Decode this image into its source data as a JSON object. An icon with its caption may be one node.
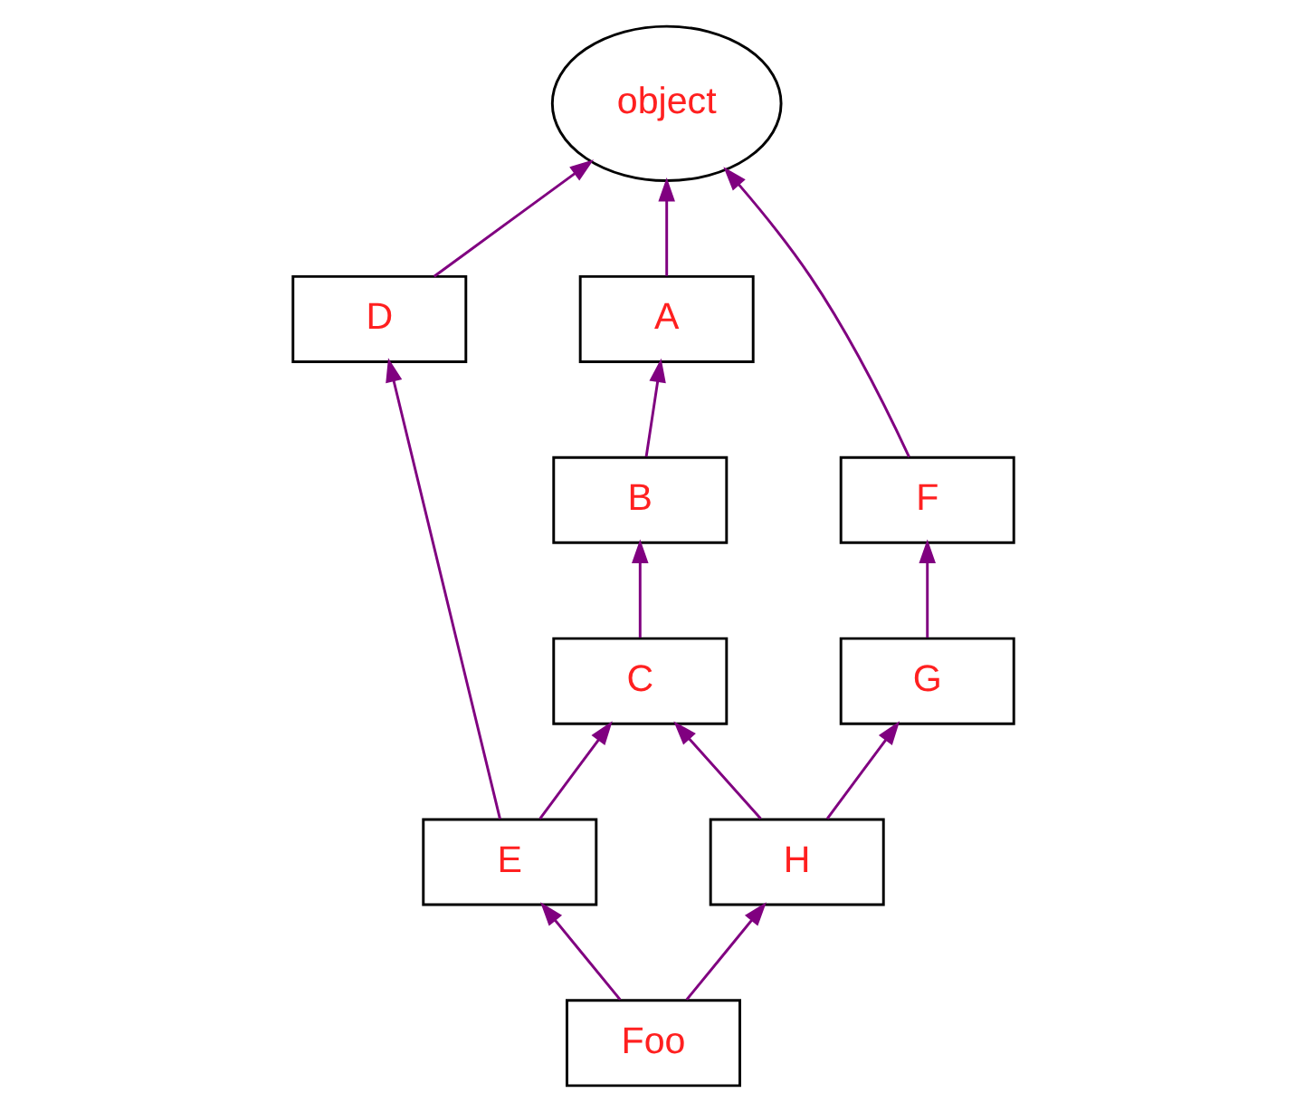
{
  "diagram": {
    "nodes": [
      {
        "text": [
          "object"
        ]
      },
      {
        "text": [
          "A"
        ]
      },
      {
        "text": [
          "F"
        ]
      },
      {
        "text": [
          "B"
        ]
      },
      {
        "text": [
          "D"
        ]
      },
      {
        "text": [
          "C"
        ]
      },
      {
        "text": [
          "G"
        ]
      },
      {
        "text": [
          "E"
        ]
      },
      {
        "text": [
          "H"
        ]
      },
      {
        "text": [
          "Foo"
        ]
      }
    ],
    "edges": [
      {
        "from": 4,
        "to": 0,
        "arrow": "to"
      },
      {
        "from": 1,
        "to": 0,
        "arrow": "to"
      },
      {
        "from": 2,
        "to": 0,
        "arrow": "to"
      },
      {
        "from": 3,
        "to": 1,
        "arrow": "to"
      },
      {
        "from": 5,
        "to": 3,
        "arrow": "to"
      },
      {
        "from": 6,
        "to": 2,
        "arrow": "to"
      },
      {
        "from": 7,
        "to": 4,
        "arrow": "to"
      },
      {
        "from": 7,
        "to": 5,
        "arrow": "to"
      },
      {
        "from": 8,
        "to": 5,
        "arrow": "to"
      },
      {
        "from": 8,
        "to": 6,
        "arrow": "to"
      },
      {
        "from": 9,
        "to": 7,
        "arrow": "to"
      },
      {
        "from": 9,
        "to": 8,
        "arrow": "to"
      }
    ]
  }
}
